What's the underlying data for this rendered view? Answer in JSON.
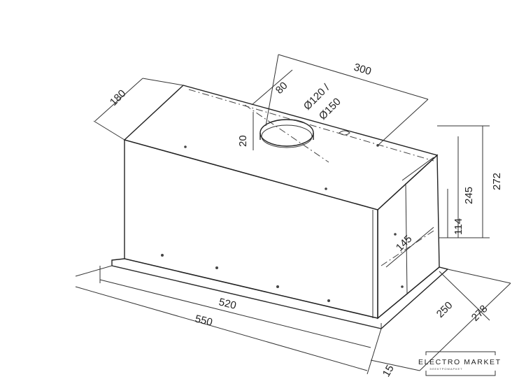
{
  "title": "Built-in cooker hood dimension drawing",
  "dimensions": {
    "top_depth": "180",
    "outlet_offset": "80",
    "outlet_diameter_1": "Ø120 /",
    "outlet_diameter_2": "Ø150",
    "outlet_height": "20",
    "top_length": "300",
    "total_height": "272",
    "body_height": "245",
    "side_height": "114",
    "side_offset": "145",
    "inner_width": "520",
    "outer_width": "550",
    "inner_depth": "250",
    "outer_depth": "278",
    "panel_thickness": "15"
  },
  "logo": {
    "name": "ELECTRO MARKET",
    "tagline": "ЭЛЕКТРОМАРКЕТ"
  },
  "colors": {
    "line": "#333333",
    "background": "#ffffff"
  }
}
